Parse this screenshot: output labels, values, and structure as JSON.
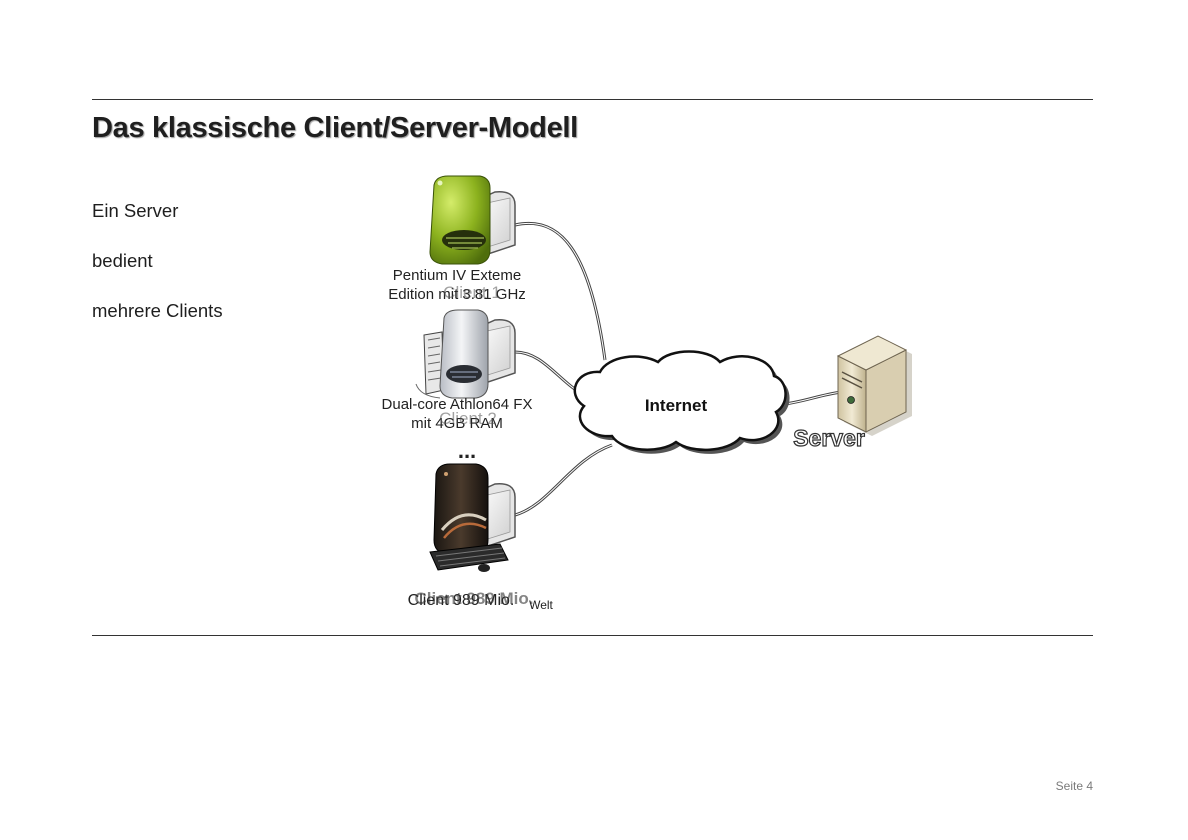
{
  "slide": {
    "title": "Das klassische Client/Server-Modell",
    "bullets": [
      "Ein Server",
      "bedient",
      "mehrere Clients"
    ],
    "page_number": "Seite 4"
  },
  "diagram": {
    "cloud_label": "Internet",
    "server_label": "Server",
    "ellipsis": "...",
    "clients": [
      {
        "label": "Client 1",
        "caption_lines": [
          "Pentium IV Exteme",
          "Edition mit 3.81 GHz"
        ],
        "tower_color": "#7fa020"
      },
      {
        "label": "Client 2",
        "caption_lines": [
          "Dual-core Athlon64 FX",
          "mit 4GB RAM"
        ],
        "tower_color": "#d6d8dc"
      },
      {
        "label": "Client 989 Mio.",
        "caption_lines": [
          "Client 989 Mio.",
          "Welt"
        ],
        "tower_color": "#2d2620"
      }
    ]
  }
}
